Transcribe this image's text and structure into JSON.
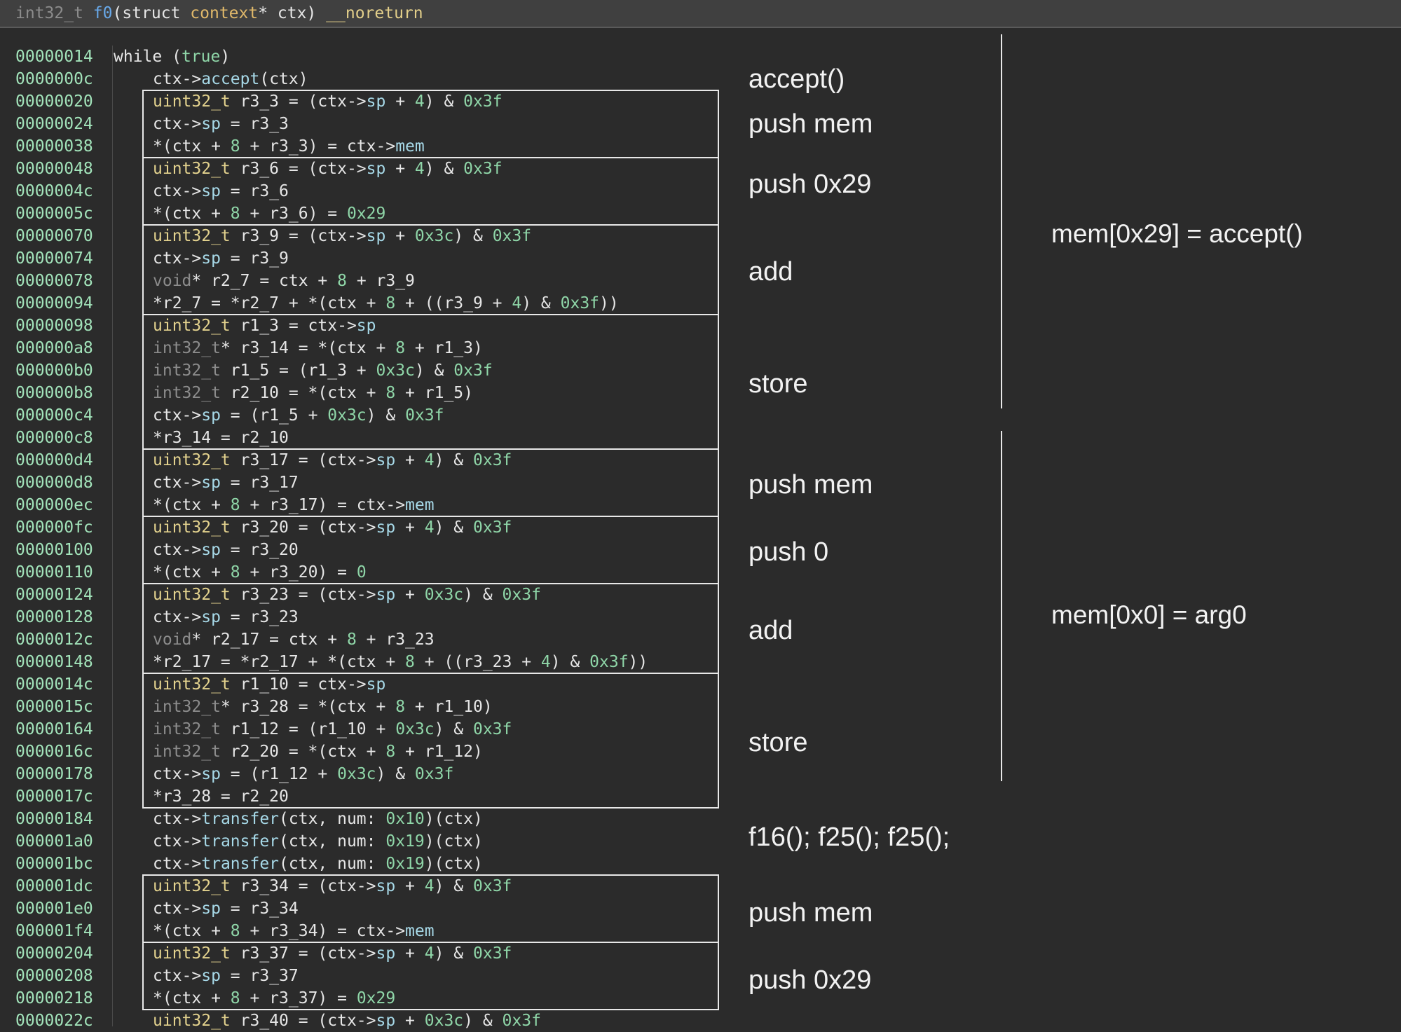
{
  "header": {
    "signature": {
      "ret_type": "int32_t",
      "fn_name": "f0",
      "open": "(struct ",
      "ctx_type": "context",
      "param": "* ctx)",
      "attr": "__noreturn"
    }
  },
  "rows": [
    {
      "addr": "00000014",
      "indent": 0,
      "segs": [
        [
          "",
          "while ("
        ],
        [
          "n",
          "true"
        ],
        [
          "",
          ")"
        ]
      ]
    },
    {
      "addr": "0000000c",
      "indent": 1,
      "segs": [
        [
          "",
          "ctx->"
        ],
        [
          "m",
          "accept"
        ],
        [
          "",
          "(ctx)"
        ]
      ]
    },
    {
      "addr": "00000020",
      "indent": 1,
      "segs": [
        [
          "t",
          "uint32_t"
        ],
        [
          "",
          " r3_3 = (ctx->"
        ],
        [
          "m",
          "sp"
        ],
        [
          "",
          " + "
        ],
        [
          "n",
          "4"
        ],
        [
          "",
          ") & "
        ],
        [
          "n",
          "0x3f"
        ]
      ]
    },
    {
      "addr": "00000024",
      "indent": 1,
      "segs": [
        [
          "",
          "ctx->"
        ],
        [
          "m",
          "sp"
        ],
        [
          "",
          " = r3_3"
        ]
      ]
    },
    {
      "addr": "00000038",
      "indent": 1,
      "segs": [
        [
          "",
          "*(ctx + "
        ],
        [
          "n",
          "8"
        ],
        [
          "",
          " + r3_3) = ctx->"
        ],
        [
          "m",
          "mem"
        ]
      ]
    },
    {
      "addr": "00000048",
      "indent": 1,
      "segs": [
        [
          "t",
          "uint32_t"
        ],
        [
          "",
          " r3_6 = (ctx->"
        ],
        [
          "m",
          "sp"
        ],
        [
          "",
          " + "
        ],
        [
          "n",
          "4"
        ],
        [
          "",
          ") & "
        ],
        [
          "n",
          "0x3f"
        ]
      ]
    },
    {
      "addr": "0000004c",
      "indent": 1,
      "segs": [
        [
          "",
          "ctx->"
        ],
        [
          "m",
          "sp"
        ],
        [
          "",
          " = r3_6"
        ]
      ]
    },
    {
      "addr": "0000005c",
      "indent": 1,
      "segs": [
        [
          "",
          "*(ctx + "
        ],
        [
          "n",
          "8"
        ],
        [
          "",
          " + r3_6) = "
        ],
        [
          "n",
          "0x29"
        ]
      ]
    },
    {
      "addr": "00000070",
      "indent": 1,
      "segs": [
        [
          "t",
          "uint32_t"
        ],
        [
          "",
          " r3_9 = (ctx->"
        ],
        [
          "m",
          "sp"
        ],
        [
          "",
          " + "
        ],
        [
          "n",
          "0x3c"
        ],
        [
          "",
          ") & "
        ],
        [
          "n",
          "0x3f"
        ]
      ]
    },
    {
      "addr": "00000074",
      "indent": 1,
      "segs": [
        [
          "",
          "ctx->"
        ],
        [
          "m",
          "sp"
        ],
        [
          "",
          " = r3_9"
        ]
      ]
    },
    {
      "addr": "00000078",
      "indent": 1,
      "segs": [
        [
          "tg",
          "void"
        ],
        [
          "",
          "* r2_7 = ctx + "
        ],
        [
          "n",
          "8"
        ],
        [
          "",
          " + r3_9"
        ]
      ]
    },
    {
      "addr": "00000094",
      "indent": 1,
      "segs": [
        [
          "",
          "*r2_7 = *r2_7 + *(ctx + "
        ],
        [
          "n",
          "8"
        ],
        [
          "",
          " + ((r3_9 + "
        ],
        [
          "n",
          "4"
        ],
        [
          "",
          ") & "
        ],
        [
          "n",
          "0x3f"
        ],
        [
          "",
          "))"
        ]
      ]
    },
    {
      "addr": "00000098",
      "indent": 1,
      "segs": [
        [
          "t",
          "uint32_t"
        ],
        [
          "",
          " r1_3 = ctx->"
        ],
        [
          "m",
          "sp"
        ]
      ]
    },
    {
      "addr": "000000a8",
      "indent": 1,
      "segs": [
        [
          "tg",
          "int32_t"
        ],
        [
          "",
          "* r3_14 = *(ctx + "
        ],
        [
          "n",
          "8"
        ],
        [
          "",
          " + r1_3)"
        ]
      ]
    },
    {
      "addr": "000000b0",
      "indent": 1,
      "segs": [
        [
          "tg",
          "int32_t"
        ],
        [
          "",
          " r1_5 = (r1_3 + "
        ],
        [
          "n",
          "0x3c"
        ],
        [
          "",
          ") & "
        ],
        [
          "n",
          "0x3f"
        ]
      ]
    },
    {
      "addr": "000000b8",
      "indent": 1,
      "segs": [
        [
          "tg",
          "int32_t"
        ],
        [
          "",
          " r2_10 = *(ctx + "
        ],
        [
          "n",
          "8"
        ],
        [
          "",
          " + r1_5)"
        ]
      ]
    },
    {
      "addr": "000000c4",
      "indent": 1,
      "segs": [
        [
          "",
          "ctx->"
        ],
        [
          "m",
          "sp"
        ],
        [
          "",
          " = (r1_5 + "
        ],
        [
          "n",
          "0x3c"
        ],
        [
          "",
          ") & "
        ],
        [
          "n",
          "0x3f"
        ]
      ]
    },
    {
      "addr": "000000c8",
      "indent": 1,
      "segs": [
        [
          "",
          "*r3_14 = r2_10"
        ]
      ]
    },
    {
      "addr": "000000d4",
      "indent": 1,
      "segs": [
        [
          "t",
          "uint32_t"
        ],
        [
          "",
          " r3_17 = (ctx->"
        ],
        [
          "m",
          "sp"
        ],
        [
          "",
          " + "
        ],
        [
          "n",
          "4"
        ],
        [
          "",
          ") & "
        ],
        [
          "n",
          "0x3f"
        ]
      ]
    },
    {
      "addr": "000000d8",
      "indent": 1,
      "segs": [
        [
          "",
          "ctx->"
        ],
        [
          "m",
          "sp"
        ],
        [
          "",
          " = r3_17"
        ]
      ]
    },
    {
      "addr": "000000ec",
      "indent": 1,
      "segs": [
        [
          "",
          "*(ctx + "
        ],
        [
          "n",
          "8"
        ],
        [
          "",
          " + r3_17) = ctx->"
        ],
        [
          "m",
          "mem"
        ]
      ]
    },
    {
      "addr": "000000fc",
      "indent": 1,
      "segs": [
        [
          "t",
          "uint32_t"
        ],
        [
          "",
          " r3_20 = (ctx->"
        ],
        [
          "m",
          "sp"
        ],
        [
          "",
          " + "
        ],
        [
          "n",
          "4"
        ],
        [
          "",
          ") & "
        ],
        [
          "n",
          "0x3f"
        ]
      ]
    },
    {
      "addr": "00000100",
      "indent": 1,
      "segs": [
        [
          "",
          "ctx->"
        ],
        [
          "m",
          "sp"
        ],
        [
          "",
          " = r3_20"
        ]
      ]
    },
    {
      "addr": "00000110",
      "indent": 1,
      "segs": [
        [
          "",
          "*(ctx + "
        ],
        [
          "n",
          "8"
        ],
        [
          "",
          " + r3_20) = "
        ],
        [
          "n",
          "0"
        ]
      ]
    },
    {
      "addr": "00000124",
      "indent": 1,
      "segs": [
        [
          "t",
          "uint32_t"
        ],
        [
          "",
          " r3_23 = (ctx->"
        ],
        [
          "m",
          "sp"
        ],
        [
          "",
          " + "
        ],
        [
          "n",
          "0x3c"
        ],
        [
          "",
          ") & "
        ],
        [
          "n",
          "0x3f"
        ]
      ]
    },
    {
      "addr": "00000128",
      "indent": 1,
      "segs": [
        [
          "",
          "ctx->"
        ],
        [
          "m",
          "sp"
        ],
        [
          "",
          " = r3_23"
        ]
      ]
    },
    {
      "addr": "0000012c",
      "indent": 1,
      "segs": [
        [
          "tg",
          "void"
        ],
        [
          "",
          "* r2_17 = ctx + "
        ],
        [
          "n",
          "8"
        ],
        [
          "",
          " + r3_23"
        ]
      ]
    },
    {
      "addr": "00000148",
      "indent": 1,
      "segs": [
        [
          "",
          "*r2_17 = *r2_17 + *(ctx + "
        ],
        [
          "n",
          "8"
        ],
        [
          "",
          " + ((r3_23 + "
        ],
        [
          "n",
          "4"
        ],
        [
          "",
          ") & "
        ],
        [
          "n",
          "0x3f"
        ],
        [
          "",
          "))"
        ]
      ]
    },
    {
      "addr": "0000014c",
      "indent": 1,
      "segs": [
        [
          "t",
          "uint32_t"
        ],
        [
          "",
          " r1_10 = ctx->"
        ],
        [
          "m",
          "sp"
        ]
      ]
    },
    {
      "addr": "0000015c",
      "indent": 1,
      "segs": [
        [
          "tg",
          "int32_t"
        ],
        [
          "",
          "* r3_28 = *(ctx + "
        ],
        [
          "n",
          "8"
        ],
        [
          "",
          " + r1_10)"
        ]
      ]
    },
    {
      "addr": "00000164",
      "indent": 1,
      "segs": [
        [
          "tg",
          "int32_t"
        ],
        [
          "",
          " r1_12 = (r1_10 + "
        ],
        [
          "n",
          "0x3c"
        ],
        [
          "",
          ") & "
        ],
        [
          "n",
          "0x3f"
        ]
      ]
    },
    {
      "addr": "0000016c",
      "indent": 1,
      "segs": [
        [
          "tg",
          "int32_t"
        ],
        [
          "",
          " r2_20 = *(ctx + "
        ],
        [
          "n",
          "8"
        ],
        [
          "",
          " + r1_12)"
        ]
      ]
    },
    {
      "addr": "00000178",
      "indent": 1,
      "segs": [
        [
          "",
          "ctx->"
        ],
        [
          "m",
          "sp"
        ],
        [
          "",
          " = (r1_12 + "
        ],
        [
          "n",
          "0x3c"
        ],
        [
          "",
          ") & "
        ],
        [
          "n",
          "0x3f"
        ]
      ]
    },
    {
      "addr": "0000017c",
      "indent": 1,
      "segs": [
        [
          "",
          "*r3_28 = r2_20"
        ]
      ]
    },
    {
      "addr": "00000184",
      "indent": 1,
      "segs": [
        [
          "",
          "ctx->"
        ],
        [
          "m",
          "transfer"
        ],
        [
          "",
          "(ctx, num: "
        ],
        [
          "n",
          "0x10"
        ],
        [
          "",
          ")(ctx)"
        ]
      ]
    },
    {
      "addr": "000001a0",
      "indent": 1,
      "segs": [
        [
          "",
          "ctx->"
        ],
        [
          "m",
          "transfer"
        ],
        [
          "",
          "(ctx, num: "
        ],
        [
          "n",
          "0x19"
        ],
        [
          "",
          ")(ctx)"
        ]
      ]
    },
    {
      "addr": "000001bc",
      "indent": 1,
      "segs": [
        [
          "",
          "ctx->"
        ],
        [
          "m",
          "transfer"
        ],
        [
          "",
          "(ctx, num: "
        ],
        [
          "n",
          "0x19"
        ],
        [
          "",
          ")(ctx)"
        ]
      ]
    },
    {
      "addr": "000001dc",
      "indent": 1,
      "segs": [
        [
          "t",
          "uint32_t"
        ],
        [
          "",
          " r3_34 = (ctx->"
        ],
        [
          "m",
          "sp"
        ],
        [
          "",
          " + "
        ],
        [
          "n",
          "4"
        ],
        [
          "",
          ") & "
        ],
        [
          "n",
          "0x3f"
        ]
      ]
    },
    {
      "addr": "000001e0",
      "indent": 1,
      "segs": [
        [
          "",
          "ctx->"
        ],
        [
          "m",
          "sp"
        ],
        [
          "",
          " = r3_34"
        ]
      ]
    },
    {
      "addr": "000001f4",
      "indent": 1,
      "segs": [
        [
          "",
          "*(ctx + "
        ],
        [
          "n",
          "8"
        ],
        [
          "",
          " + r3_34) = ctx->"
        ],
        [
          "m",
          "mem"
        ]
      ]
    },
    {
      "addr": "00000204",
      "indent": 1,
      "segs": [
        [
          "t",
          "uint32_t"
        ],
        [
          "",
          " r3_37 = (ctx->"
        ],
        [
          "m",
          "sp"
        ],
        [
          "",
          " + "
        ],
        [
          "n",
          "4"
        ],
        [
          "",
          ") & "
        ],
        [
          "n",
          "0x3f"
        ]
      ]
    },
    {
      "addr": "00000208",
      "indent": 1,
      "segs": [
        [
          "",
          "ctx->"
        ],
        [
          "m",
          "sp"
        ],
        [
          "",
          " = r3_37"
        ]
      ]
    },
    {
      "addr": "00000218",
      "indent": 1,
      "segs": [
        [
          "",
          "*(ctx + "
        ],
        [
          "n",
          "8"
        ],
        [
          "",
          " + r3_37) = "
        ],
        [
          "n",
          "0x29"
        ]
      ]
    },
    {
      "addr": "0000022c",
      "indent": 1,
      "segs": [
        [
          "t",
          "uint32_t"
        ],
        [
          "",
          " r3_40 = (ctx->"
        ],
        [
          "m",
          "sp"
        ],
        [
          "",
          " + "
        ],
        [
          "n",
          "0x3c"
        ],
        [
          "",
          ") & "
        ],
        [
          "n",
          "0x3f"
        ]
      ]
    }
  ],
  "blocks": [
    {
      "first": 2,
      "last": 4
    },
    {
      "first": 5,
      "last": 7
    },
    {
      "first": 8,
      "last": 11
    },
    {
      "first": 12,
      "last": 17
    },
    {
      "first": 18,
      "last": 20
    },
    {
      "first": 21,
      "last": 23
    },
    {
      "first": 24,
      "last": 27
    },
    {
      "first": 28,
      "last": 33
    },
    {
      "first": 37,
      "last": 39
    },
    {
      "first": 40,
      "last": 42
    }
  ],
  "annotations": [
    {
      "text": "accept()",
      "row": 1.0
    },
    {
      "text": "push mem",
      "row": 3.0
    },
    {
      "text": "push 0x29",
      "row": 5.7
    },
    {
      "text": "add",
      "row": 9.6
    },
    {
      "text": "store",
      "row": 14.6
    },
    {
      "text": "push mem",
      "row": 19.1
    },
    {
      "text": "push 0",
      "row": 22.1
    },
    {
      "text": "add",
      "row": 25.6
    },
    {
      "text": "store",
      "row": 30.6
    },
    {
      "text": "f16(); f25(); f25();",
      "row": 34.8
    },
    {
      "text": "push mem",
      "row": 38.2
    },
    {
      "text": "push 0x29",
      "row": 41.2
    }
  ],
  "side_notes": [
    {
      "text": "mem[0x29] = accept()",
      "row": 7.9
    },
    {
      "text": "mem[0x0] = arg0",
      "row": 24.9
    }
  ],
  "vlines": [
    {
      "from": -0.5,
      "to": 16.2
    },
    {
      "from": 17.2,
      "to": 32.8
    }
  ]
}
